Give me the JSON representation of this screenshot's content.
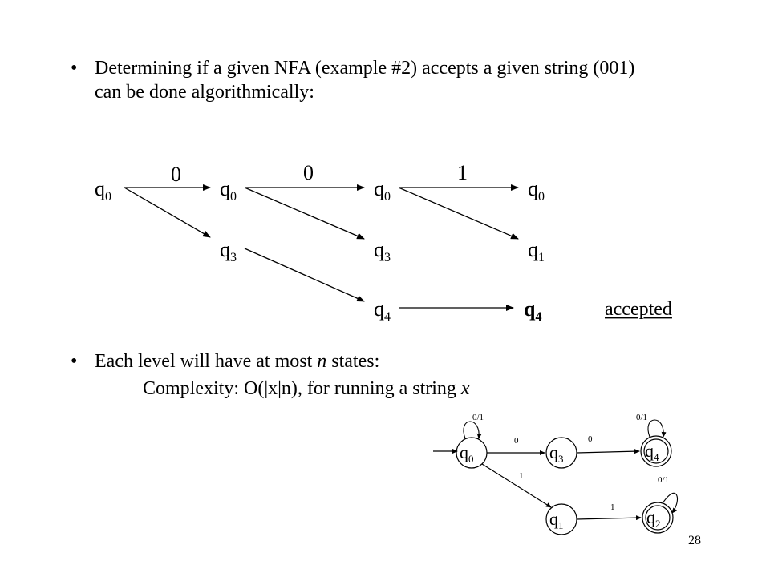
{
  "bullets": [
    {
      "line1": "Determining if a given NFA (example #2) accepts a given string (001)",
      "line2": "can be done algorithmically:"
    },
    {
      "prefix": "Each level will have at most ",
      "emph": "n",
      "suffix": " states:"
    }
  ],
  "bullet_symbol": "•",
  "complexity": {
    "prefix": "Complexity: O(|x|n), for running a string ",
    "emph": "x"
  },
  "trace": {
    "inputs": [
      "0",
      "0",
      "1"
    ],
    "columns": [
      [
        {
          "q": "q",
          "sub": "0"
        }
      ],
      [
        {
          "q": "q",
          "sub": "0"
        },
        {
          "q": "q",
          "sub": "3"
        }
      ],
      [
        {
          "q": "q",
          "sub": "0"
        },
        {
          "q": "q",
          "sub": "3"
        },
        {
          "q": "q",
          "sub": "4"
        }
      ],
      [
        {
          "q": "q",
          "sub": "0"
        },
        {
          "q": "q",
          "sub": "1"
        },
        {
          "q": "q",
          "sub": "4",
          "bold": true
        }
      ]
    ],
    "result": "accepted"
  },
  "nfa": {
    "states": [
      {
        "q": "q",
        "sub": "0",
        "start": true,
        "final": false,
        "self_loop": "0/1"
      },
      {
        "q": "q",
        "sub": "3",
        "final": false
      },
      {
        "q": "q",
        "sub": "4",
        "final": true,
        "self_loop": "0/1"
      },
      {
        "q": "q",
        "sub": "1",
        "final": false
      },
      {
        "q": "q",
        "sub": "2",
        "final": true,
        "self_loop": "0/1"
      }
    ],
    "transitions": [
      {
        "from": "q0",
        "to": "q3",
        "label": "0"
      },
      {
        "from": "q3",
        "to": "q4",
        "label": "0"
      },
      {
        "from": "q0",
        "to": "q1",
        "label": "1"
      },
      {
        "from": "q1",
        "to": "q2",
        "label": "1"
      }
    ]
  },
  "slide_number": "28"
}
